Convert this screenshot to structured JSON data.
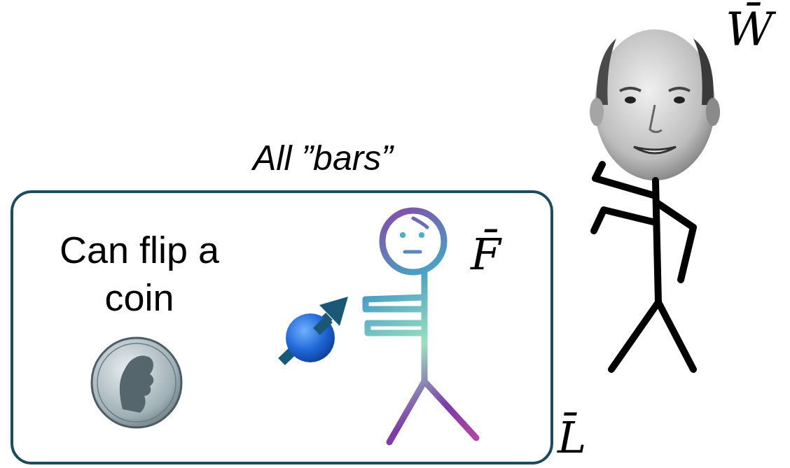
{
  "diagram": {
    "nodes": [
      {
        "text": [
          "All ”bars”",
          "Can flip a coin"
        ]
      }
    ],
    "labels": [
      "W̄",
      "F̄",
      "L̄"
    ]
  }
}
